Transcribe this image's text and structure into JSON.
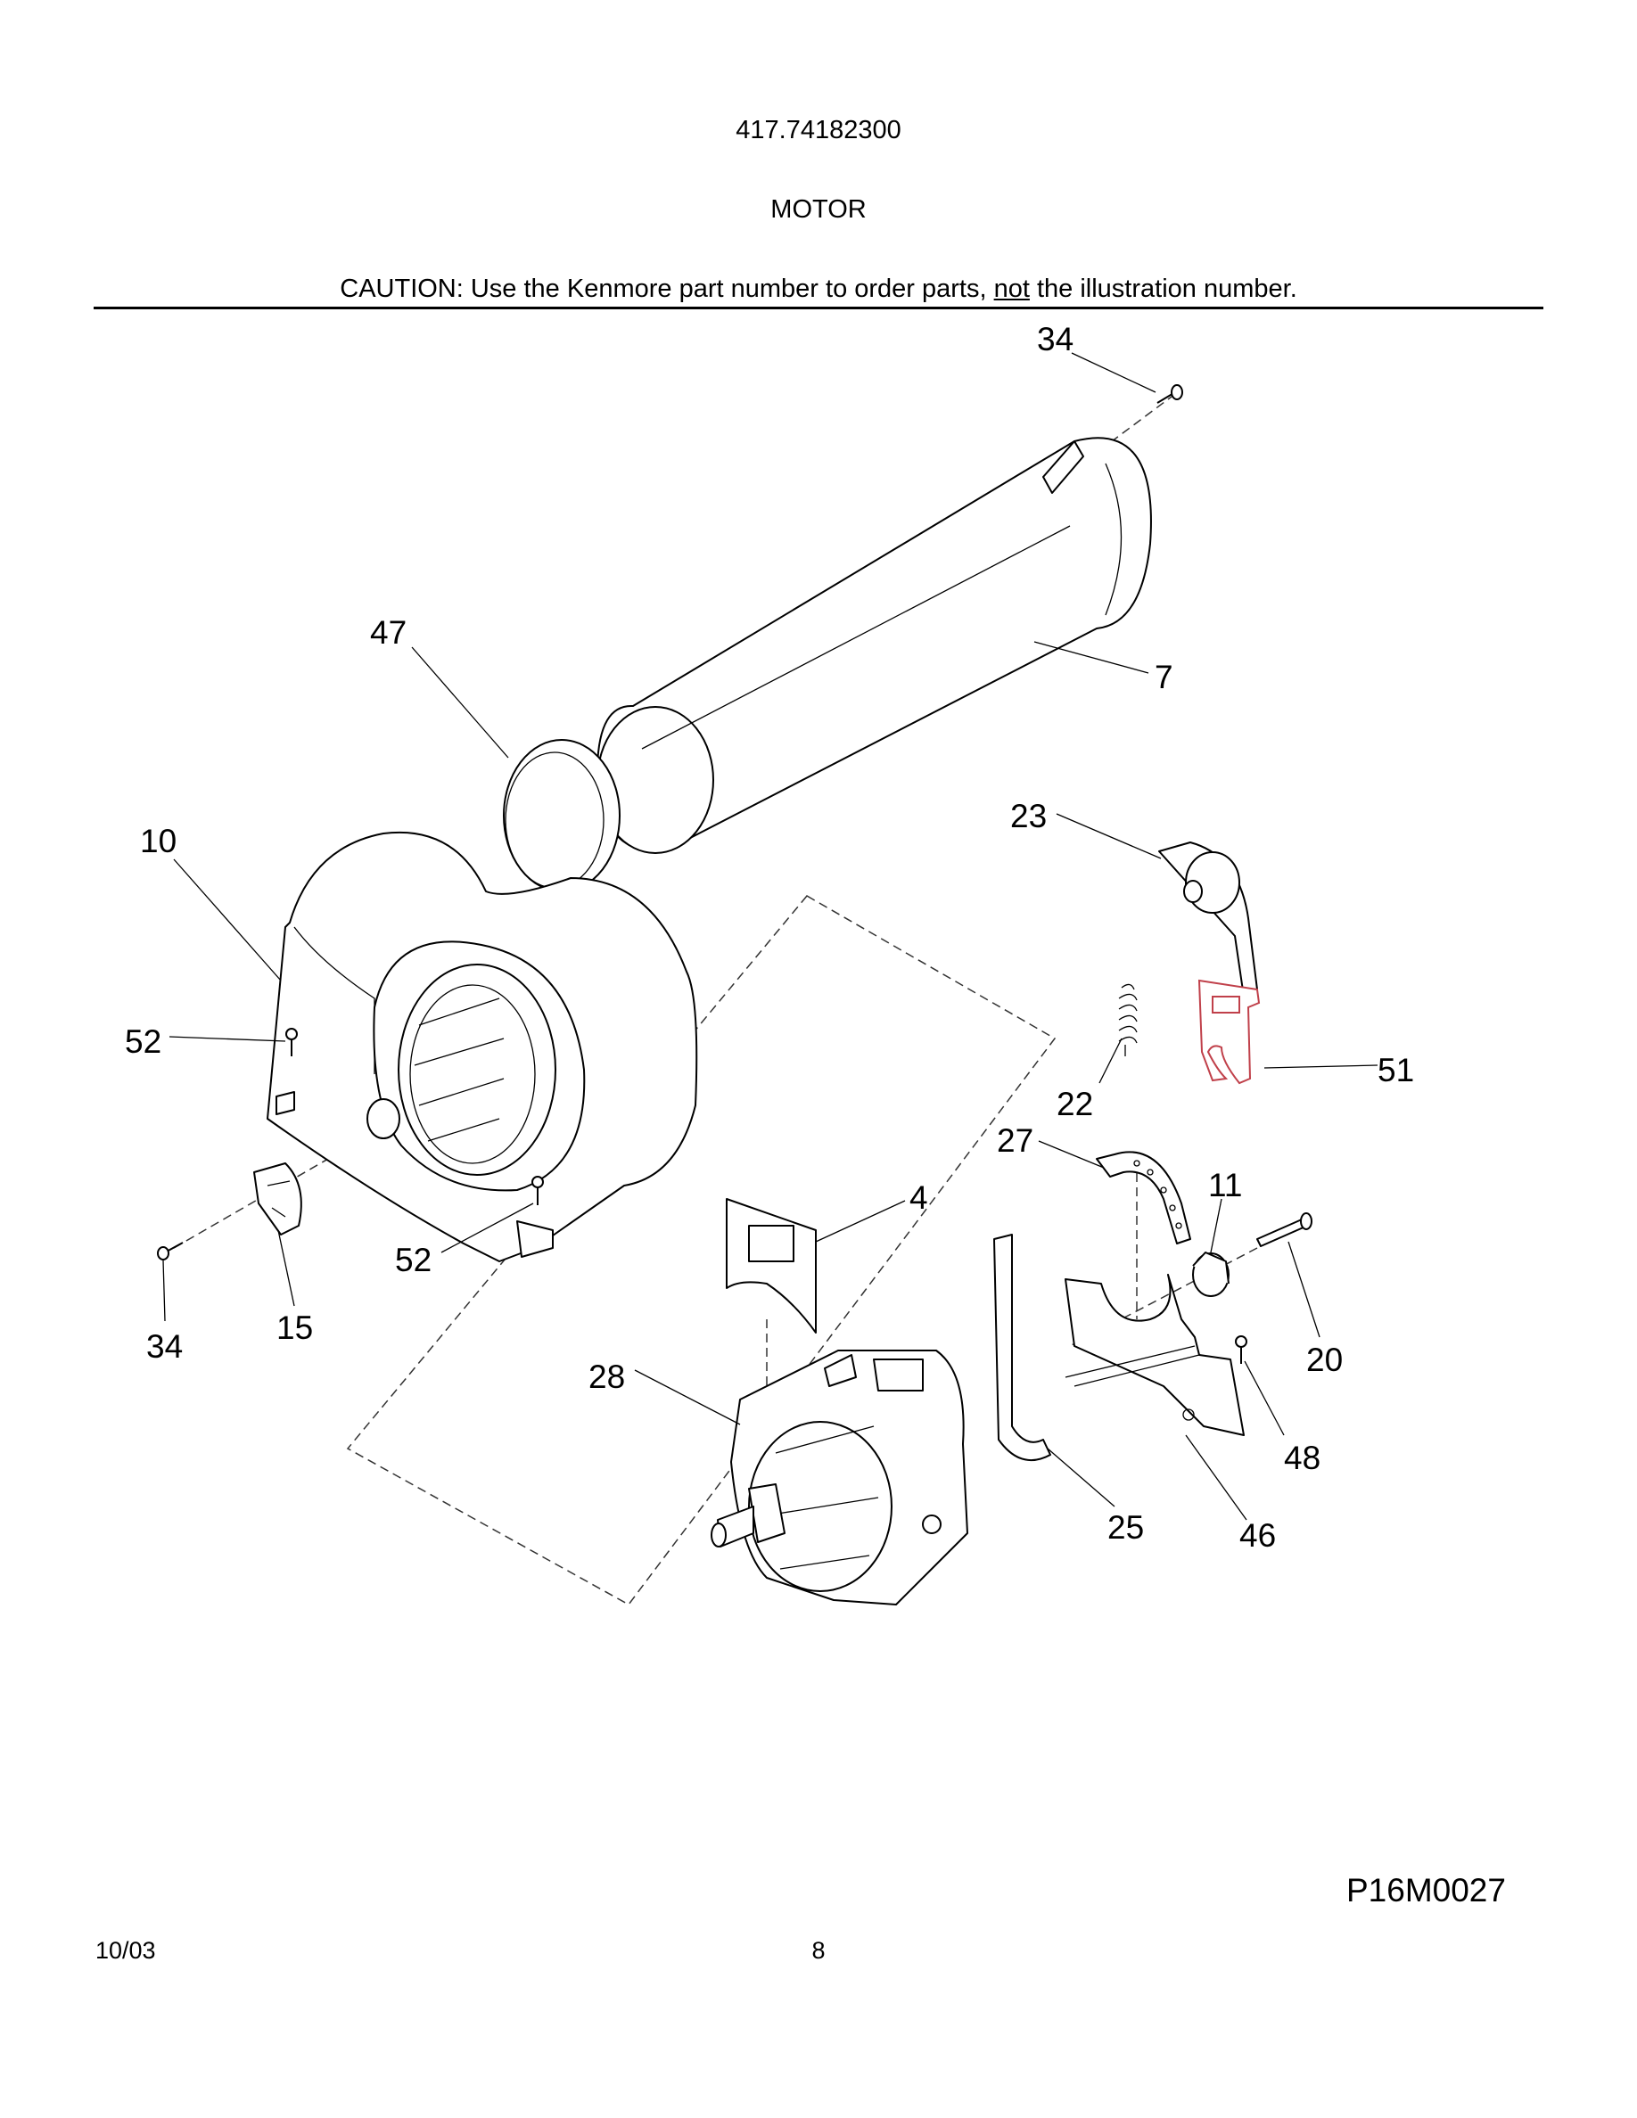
{
  "header": {
    "model_number": "417.74182300",
    "section_title": "MOTOR",
    "caution_prefix": "CAUTION: Use the Kenmore part number to order parts, ",
    "caution_emphasis": "not",
    "caution_suffix": " the illustration number."
  },
  "callouts": {
    "c34_top": "34",
    "c7": "7",
    "c47": "47",
    "c10": "10",
    "c23": "23",
    "c52_left": "52",
    "c22": "22",
    "c51": "51",
    "c27": "27",
    "c11": "11",
    "c4": "4",
    "c52_bottom": "52",
    "c15": "15",
    "c34_bottom": "34",
    "c20": "20",
    "c28": "28",
    "c48": "48",
    "c25": "25",
    "c46": "46"
  },
  "footer": {
    "drawing_code": "P16M0027",
    "date": "10/03",
    "page_number": "8"
  },
  "colors": {
    "highlight_part": "#c0404a",
    "line_art": "#000000"
  }
}
